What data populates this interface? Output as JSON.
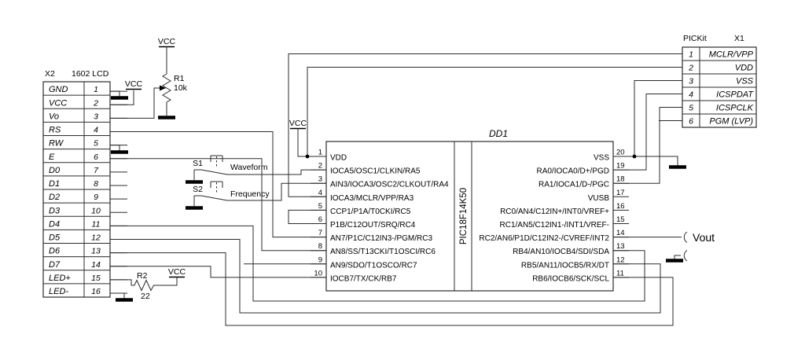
{
  "lcd": {
    "ref": "X2",
    "part": "1602 LCD",
    "pins": [
      {
        "n": "1",
        "name": "GND"
      },
      {
        "n": "2",
        "name": "VCC"
      },
      {
        "n": "3",
        "name": "Vo"
      },
      {
        "n": "4",
        "name": "RS"
      },
      {
        "n": "5",
        "name": "RW"
      },
      {
        "n": "6",
        "name": "E"
      },
      {
        "n": "7",
        "name": "D0"
      },
      {
        "n": "8",
        "name": "D1"
      },
      {
        "n": "9",
        "name": "D2"
      },
      {
        "n": "10",
        "name": "D3"
      },
      {
        "n": "11",
        "name": "D4"
      },
      {
        "n": "12",
        "name": "D5"
      },
      {
        "n": "13",
        "name": "D6"
      },
      {
        "n": "14",
        "name": "D7"
      },
      {
        "n": "15",
        "name": "LED+"
      },
      {
        "n": "16",
        "name": "LED-"
      }
    ]
  },
  "mcu": {
    "ref": "DD1",
    "part": "PIC18F14K50",
    "left_pins": [
      {
        "n": "1",
        "name": "VDD"
      },
      {
        "n": "2",
        "name": "IOCA5/OSC1/CLKIN/RA5"
      },
      {
        "n": "3",
        "name": "AIN3/IOCA3/OSC2/CLKOUT/RA4"
      },
      {
        "n": "4",
        "name": "IOCA3/MCLR/VPP/RA3"
      },
      {
        "n": "5",
        "name": "CCP1/P1A/T0CKI/RC5"
      },
      {
        "n": "6",
        "name": "P1B/C12OUT/SRQ/RC4"
      },
      {
        "n": "7",
        "name": "AN7/P1C/C12IN3-/PGM/RC3"
      },
      {
        "n": "8",
        "name": "AN8/SS/T13CKI/T1OSCI/RC6"
      },
      {
        "n": "9",
        "name": "AN9/SDO/T1OSCO/RC7"
      },
      {
        "n": "10",
        "name": "IOCB7/TX/CK/RB7"
      }
    ],
    "right_pins": [
      {
        "n": "20",
        "name": "VSS"
      },
      {
        "n": "19",
        "name": "RA0/IOCA0/D+/PGD"
      },
      {
        "n": "18",
        "name": "RA1/IOCA1/D-/PGC"
      },
      {
        "n": "17",
        "name": "VUSB"
      },
      {
        "n": "16",
        "name": "RC0/AN4/C12IN+/INT0/VREF+"
      },
      {
        "n": "15",
        "name": "RC1/AN5/C12IN1-/INT1/VREF-"
      },
      {
        "n": "14",
        "name": "RC2/AN6/P1D/C12IN2-/CVREF/INT2"
      },
      {
        "n": "13",
        "name": "RB4/AN10/IOCB4/SDI/SDA"
      },
      {
        "n": "12",
        "name": "RB5/AN11/IOCB5/RX/DT"
      },
      {
        "n": "11",
        "name": "RB6/IOCB6/SCK/SCL"
      }
    ]
  },
  "pickit": {
    "title": "PICKit",
    "ref": "X1",
    "pins": [
      {
        "n": "1",
        "name": "MCLR/VPP"
      },
      {
        "n": "2",
        "name": "VDD"
      },
      {
        "n": "3",
        "name": "VSS"
      },
      {
        "n": "4",
        "name": "ICSPDAT"
      },
      {
        "n": "5",
        "name": "ICSPCLK"
      },
      {
        "n": "6",
        "name": "PGM (LVP)"
      }
    ]
  },
  "switches": [
    {
      "ref": "S1",
      "label": "Waveform"
    },
    {
      "ref": "S2",
      "label": "Frequency"
    }
  ],
  "resistors": {
    "r1": {
      "ref": "R1",
      "value": "10k"
    },
    "r2": {
      "ref": "R2",
      "value": "22"
    }
  },
  "power": {
    "vcc": "VCC"
  },
  "output": {
    "label": "Vout"
  }
}
